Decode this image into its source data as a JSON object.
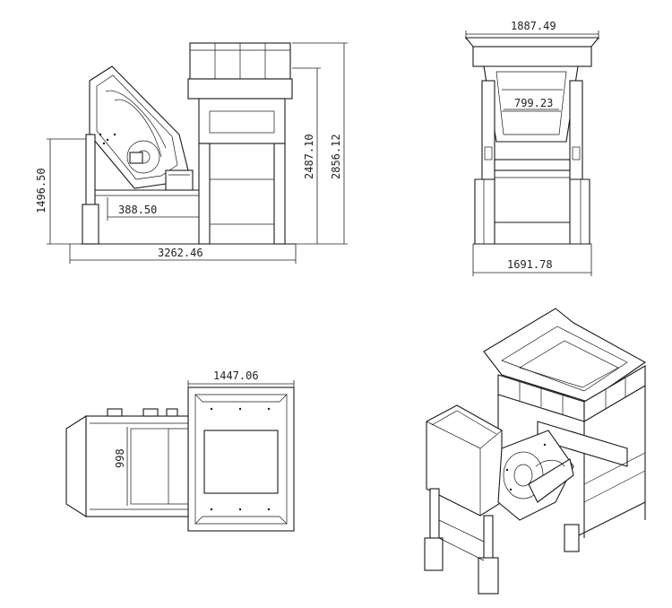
{
  "views": {
    "side": {
      "dim_height_frame": "1496.50",
      "dim_height_mid": "2487.10",
      "dim_height_total": "2856.12",
      "dim_offset": "388.50",
      "dim_length": "3262.46"
    },
    "front": {
      "dim_top_width": "1887.49",
      "dim_inner_width": "799.23",
      "dim_base_width": "1691.78"
    },
    "top": {
      "dim_hopper_width": "1447.06",
      "dim_depth": "998"
    },
    "iso": {}
  },
  "colors": {
    "line": "#1a1a1a",
    "background": "#ffffff"
  }
}
